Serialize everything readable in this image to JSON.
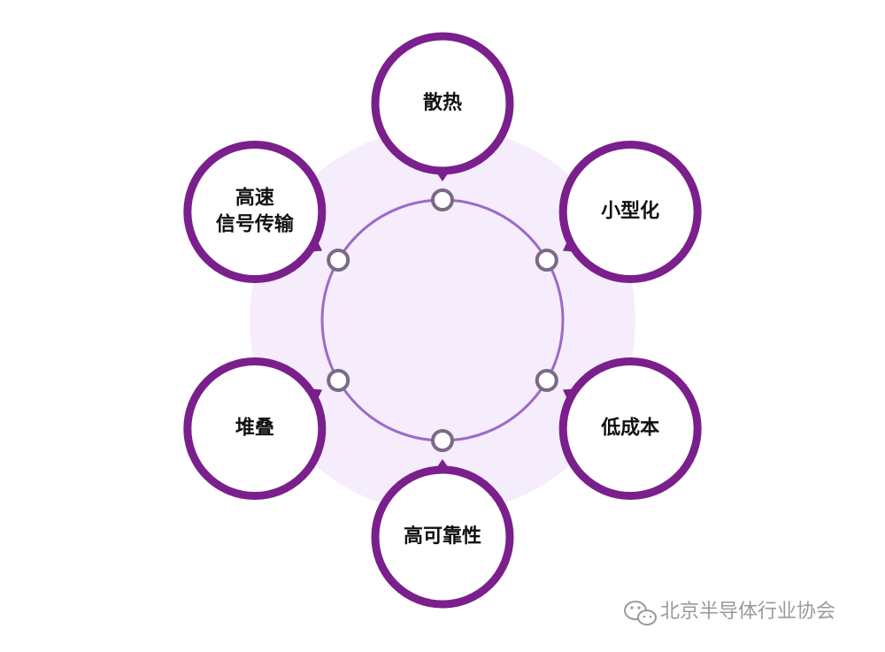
{
  "colors": {
    "background_disc": "#f5ecfc",
    "inner_ring": "#9c6bc6",
    "node_border": "#7a1f8c",
    "connector_border": "#7a6a86",
    "text": "#111111",
    "watermark": "#9a9a9a"
  },
  "nodes": [
    {
      "id": "heat-dissipation",
      "lines": [
        "散热"
      ]
    },
    {
      "id": "miniaturization",
      "lines": [
        "小型化"
      ]
    },
    {
      "id": "low-cost",
      "lines": [
        "低成本"
      ]
    },
    {
      "id": "high-reliability",
      "lines": [
        "高可靠性"
      ]
    },
    {
      "id": "stacking",
      "lines": [
        "堆叠"
      ]
    },
    {
      "id": "high-speed-signal",
      "lines": [
        "高速",
        "信号传输"
      ]
    }
  ],
  "watermark": {
    "icon": "wechat-icon",
    "text": "北京半导体行业协会"
  }
}
